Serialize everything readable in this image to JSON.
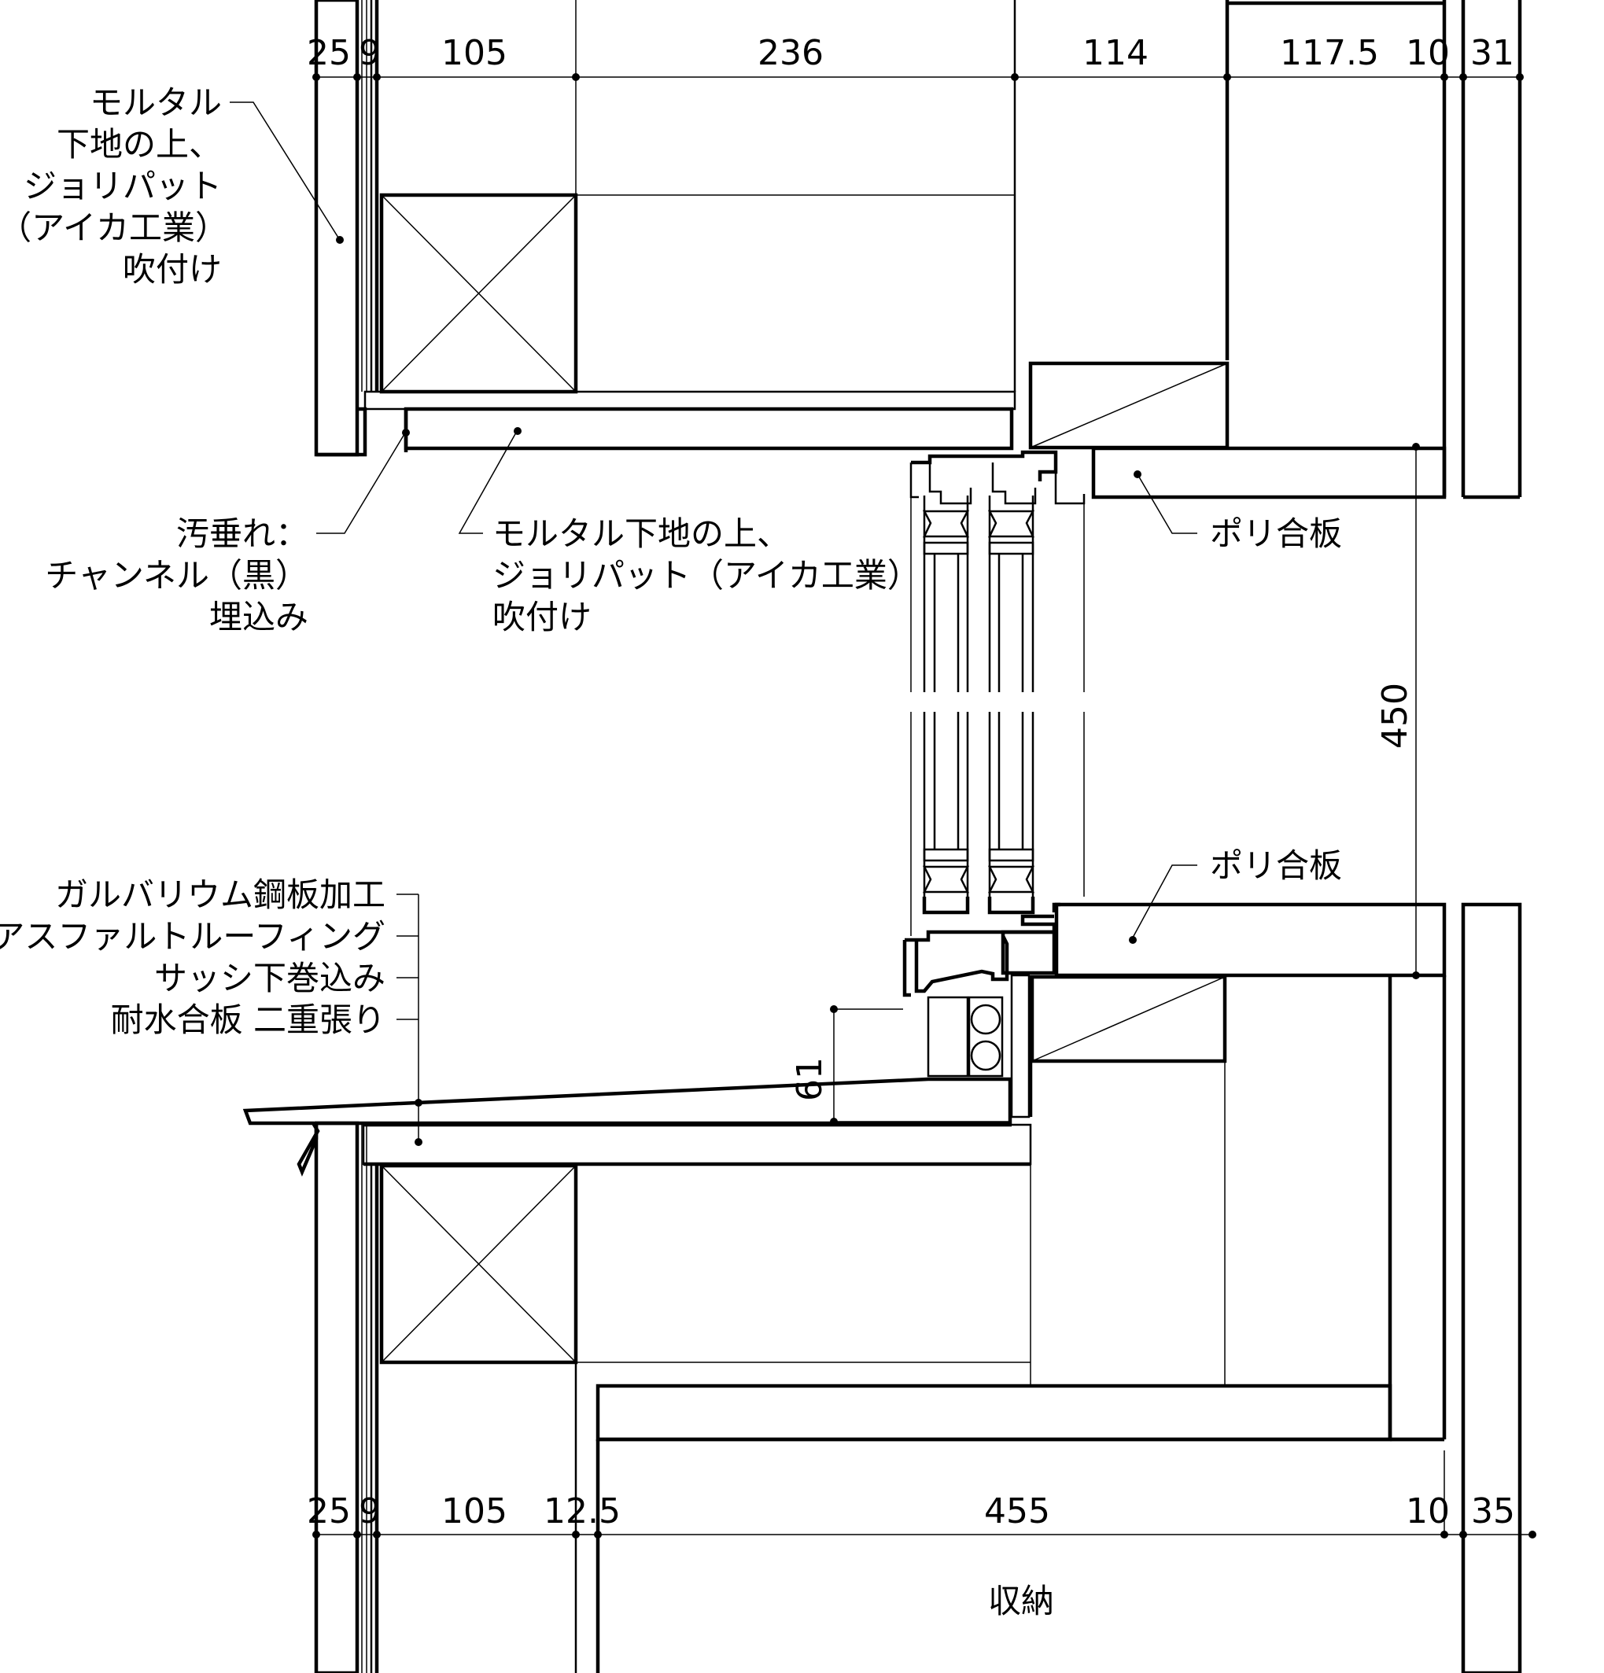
{
  "dimensions": {
    "top": [
      "25",
      "9",
      "105",
      "236",
      "114",
      "117.5",
      "10",
      "31"
    ],
    "bottom": [
      "25",
      "9",
      "105",
      "12.5",
      "455",
      "10",
      "35"
    ],
    "height_450": "450",
    "height_61": "61"
  },
  "labels": {
    "mortar_top": [
      "モルタル",
      "下地の上、",
      "ジョリパット",
      "（アイカ工業）",
      "吹付け"
    ],
    "drip": [
      "汚垂れ：",
      "チャンネル（黒）",
      "埋込み"
    ],
    "mortar_soffit": [
      "モルタル下地の上、",
      "ジョリパット（アイカ工業）",
      "吹付け"
    ],
    "poly_top": "ポリ合板",
    "poly_bottom": "ポリ合板",
    "sill_layers": [
      "ガルバリウム鋼板加工",
      "アスファルトルーフィング",
      "サッシ下巻込み",
      "耐水合板 二重張り"
    ],
    "storage": "収納"
  }
}
